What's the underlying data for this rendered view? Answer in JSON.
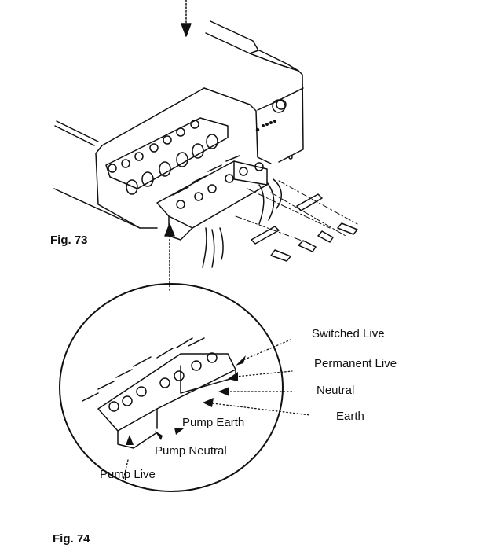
{
  "figures": [
    {
      "id": "fig73",
      "caption": "Fig. 73"
    },
    {
      "id": "fig74",
      "caption": "Fig. 74"
    }
  ],
  "labels": {
    "switched_live": "Switched Live",
    "permanent_live": "Permanent Live",
    "neutral": "Neutral",
    "earth": "Earth",
    "pump_earth": "Pump Earth",
    "pump_neutral": "Pump Neutral",
    "pump_live": "Pump Live"
  }
}
